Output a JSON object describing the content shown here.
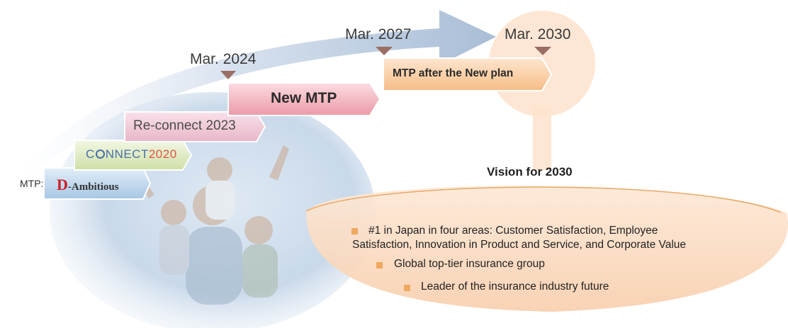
{
  "milestones": {
    "m2024": "Mar. 2024",
    "m2027": "Mar. 2027",
    "m2030": "Mar. 2030"
  },
  "plans": {
    "mtp_label": "MTP:",
    "d_ambitious_d": "D",
    "d_ambitious_text": "-Ambitious",
    "connect_pre": "C",
    "connect_mid": "NNECT",
    "connect_year": "2020",
    "reconnect": "Re-connect 2023",
    "new_mtp": "New MTP",
    "after_plan": "MTP after the New plan"
  },
  "vision": {
    "title": "Vision for 2030",
    "items": [
      "#1 in Japan in four areas: Customer Satisfaction, Employee",
      "Satisfaction, Innovation in Product and Service, and Corporate Value",
      "Global top-tier insurance group",
      "Leader of the insurance industry future"
    ]
  },
  "colors": {
    "marker": "#9b6e63",
    "bullet": "#f0a860",
    "d_red": "#cc2027",
    "connect_blue": "#4a6fa5",
    "connect_red": "#e0533f"
  }
}
